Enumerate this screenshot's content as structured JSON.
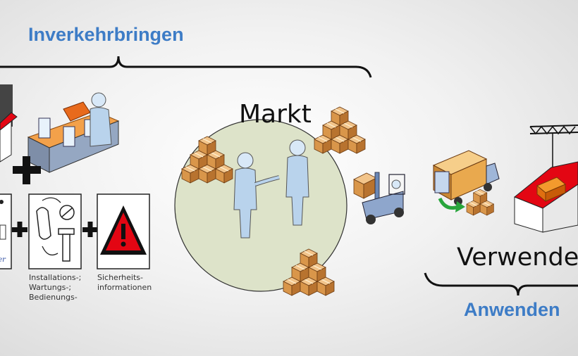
{
  "labels": {
    "inverkehrbringen": "Inverkehrbringen",
    "markt": "Markt",
    "verwenden": "Verwenden",
    "anwenden": "Anwenden",
    "doc_partial": "ler",
    "installations": "Installations-;\nWartungs-;\nBedienungs-",
    "sicherheit": "Sicherheits-\ninformationen"
  },
  "colors": {
    "accent_blue": "#3d7cc6",
    "market_circle": "#dde3c9",
    "box_brown": "#d9964a",
    "roof_red": "#e30613",
    "person_blue": "#b9d3ec",
    "warning_red": "#e30613"
  },
  "icons": [
    "factory-icon",
    "assembly-worker-icon",
    "document-icon",
    "tool-manual-icon",
    "warning-triangle-icon",
    "handshake-icon",
    "box-stack-icon",
    "forklift-icon",
    "delivery-truck-icon",
    "crane-building-icon",
    "plus-icon"
  ]
}
